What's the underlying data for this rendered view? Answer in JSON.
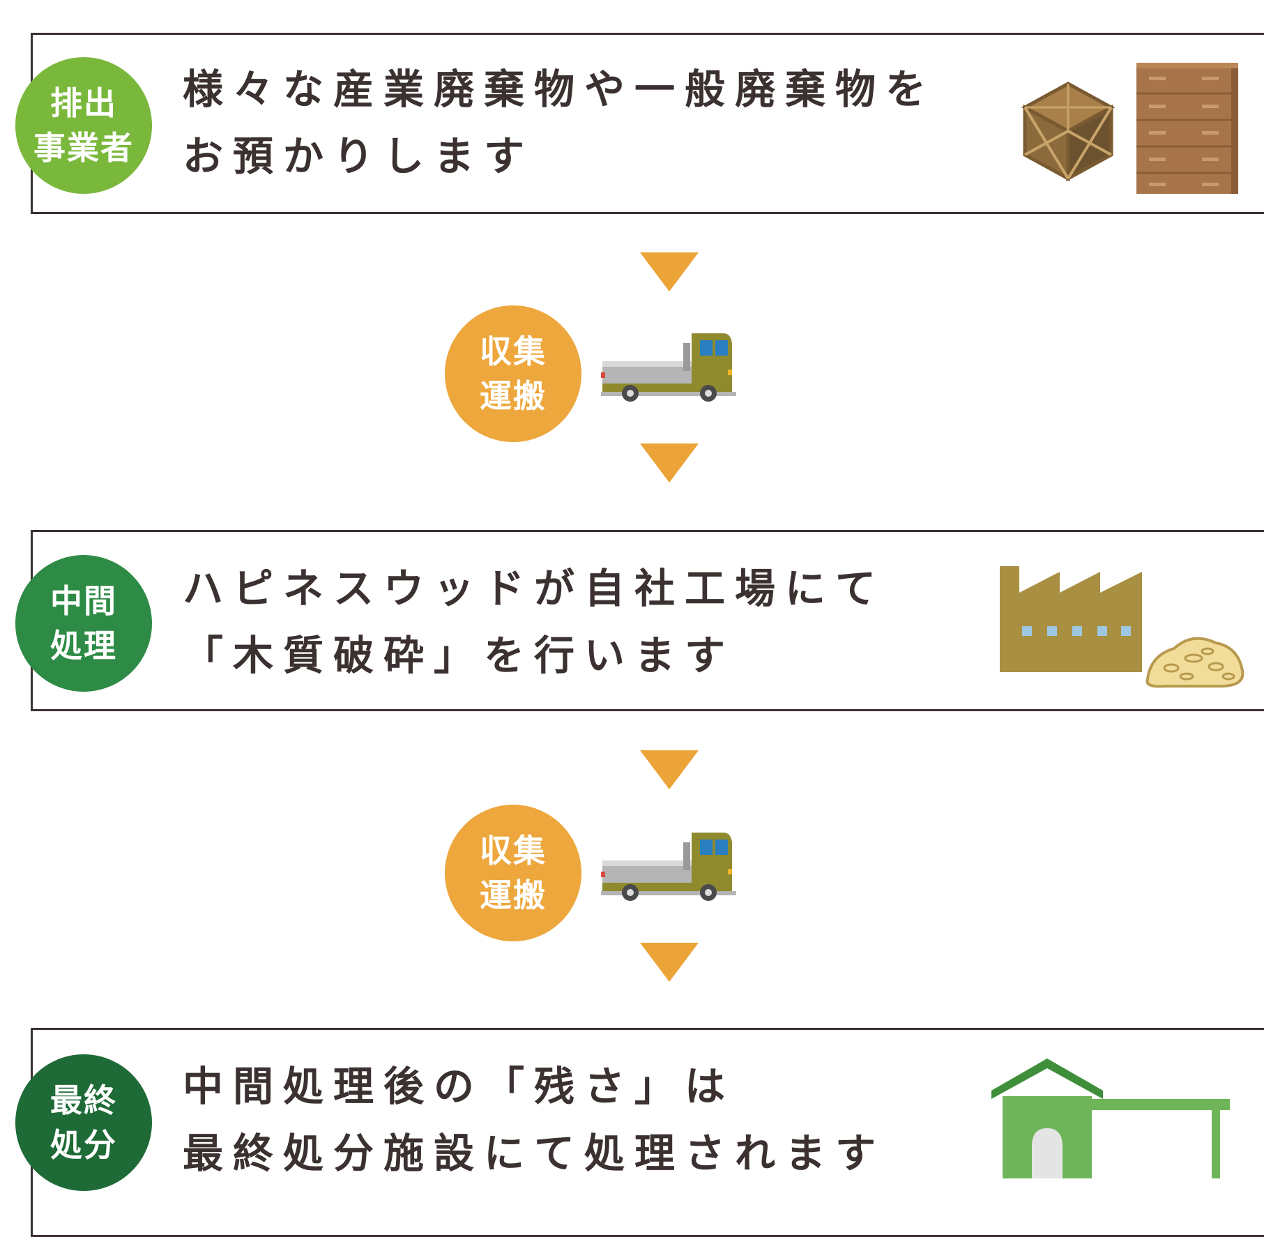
{
  "steps": [
    {
      "badge_line1": "排出",
      "badge_line2": "事業者",
      "badge_color": "#7ab83c",
      "text_line1": "様々な産業廃棄物や一般廃棄物を",
      "text_line2": "お預かりします",
      "icons": [
        "wooden-crate-icon",
        "wooden-dresser-icon"
      ]
    },
    {
      "badge_line1": "中間",
      "badge_line2": "処理",
      "badge_color": "#2e8b45",
      "text_line1": "ハピネスウッドが自社工場にて",
      "text_line2": "「木質破砕」を行います",
      "icons": [
        "factory-icon",
        "wood-chips-icon"
      ]
    },
    {
      "badge_line1": "最終",
      "badge_line2": "処分",
      "badge_color": "#1f6b37",
      "text_line1": "中間処理後の「残さ」は",
      "text_line2": "最終処分施設にて処理されます",
      "icons": [
        "disposal-facility-icon"
      ]
    }
  ],
  "transport": [
    {
      "line1": "収集",
      "line2": "運搬",
      "color": "#eda73c",
      "icon": "truck-icon"
    },
    {
      "line1": "収集",
      "line2": "運搬",
      "color": "#eda73c",
      "icon": "truck-icon"
    }
  ],
  "arrow_color": "#eca337"
}
